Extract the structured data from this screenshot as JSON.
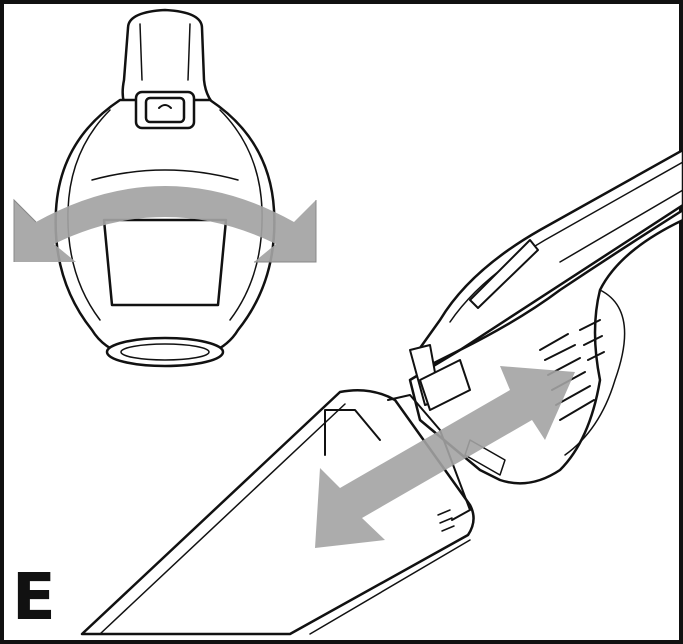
{
  "step": {
    "letter": "E"
  },
  "colors": {
    "line": "#111111",
    "arrow_fill": "#a3a3a3",
    "background": "#ffffff"
  },
  "illustration": {
    "top_left": "rotate-dust-bowl",
    "main": "separate-dust-bowl-from-vacuum"
  },
  "icons": [
    "rotate-arrow-icon",
    "pull-apart-arrow-icon",
    "vacuum-body-icon",
    "dust-bowl-icon"
  ]
}
